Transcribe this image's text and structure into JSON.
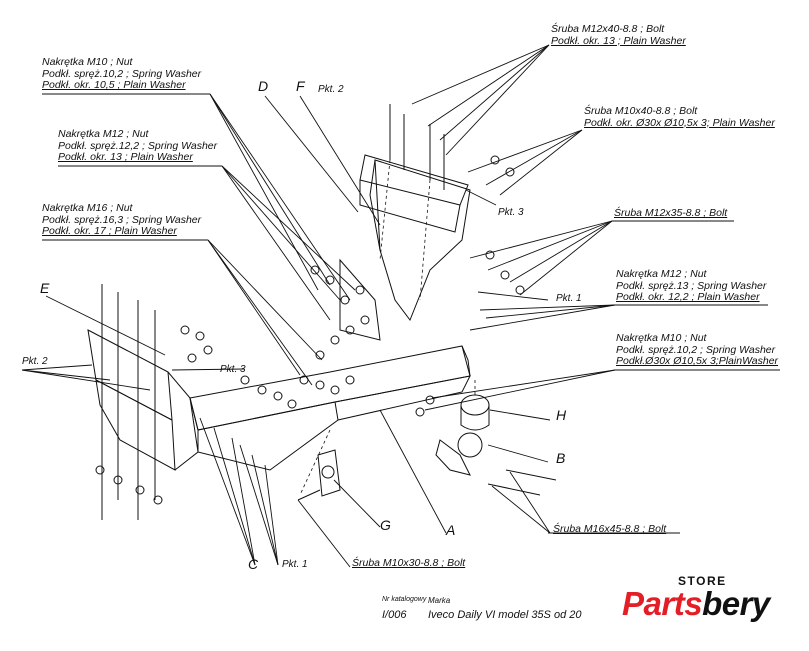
{
  "labels": {
    "bolt_m12x40": [
      "Śruba M12x40-8.8 ;  Bolt",
      "Podkł. okr. 13 ; Plain Washer"
    ],
    "bolt_m10x40": [
      "Śruba M10x40-8.8 ;  Bolt",
      "Podkł. okr.  Ø30x Ø10,5x 3; Plain Washer"
    ],
    "nut_m10_top": [
      "Nakrętka  M10 ; Nut",
      "Podkł. spręż.10,2 ; Spring Washer",
      "Podkł. okr. 10,5 ; Plain Washer"
    ],
    "nut_m12_left": [
      "Nakrętka  M12 ; Nut",
      "Podkł. spręż.12,2 ; Spring Washer",
      "Podkł. okr. 13 ; Plain Washer"
    ],
    "nut_m16": [
      "Nakrętka  M16 ; Nut",
      "Podkł. spręż.16,3 ; Spring Washer",
      "Podkł. okr. 17 ; Plain Washer"
    ],
    "bolt_m12x35": [
      "Śruba M12x35-8.8 ;  Bolt"
    ],
    "nut_m12_right": [
      "Nakrętka  M12 ; Nut",
      "Podkł. spręż.13 ; Spring Washer",
      "Podkł. okr. 12,2 ; Plain Washer"
    ],
    "nut_m10_right": [
      "Nakrętka  M10 ; Nut",
      "Podkł. spręż.10,2 ; Spring Washer",
      "Podkł.Ø30x Ø10,5x 3;PlainWasher"
    ],
    "bolt_m16x45": [
      "Śruba M16x45-8.8 ;  Bolt"
    ],
    "bolt_m10x30": [
      "Śruba M10x30-8.8 ;  Bolt"
    ]
  },
  "part_letters": {
    "D": "D",
    "F": "F",
    "E": "E",
    "H": "H",
    "B": "B",
    "G": "G",
    "A": "A",
    "C": "C"
  },
  "points": {
    "pkt2_top": "Pkt. 2",
    "pkt3_top": "Pkt. 3",
    "pkt2_left": "Pkt. 2",
    "pkt3_left": "Pkt. 3",
    "pkt1_right": "Pkt. 1",
    "pkt1_bottom": "Pkt. 1"
  },
  "footer": {
    "catalog_label": "Nr katalogowy",
    "brand_label": "Marka",
    "catalog_value": "I/006",
    "brand_value": "Iveco Daily VI model 35S   od  20"
  },
  "logo": {
    "store": "STORE",
    "part1": "Parts",
    "part2": "bery",
    "brand_color": "#e41e26"
  }
}
